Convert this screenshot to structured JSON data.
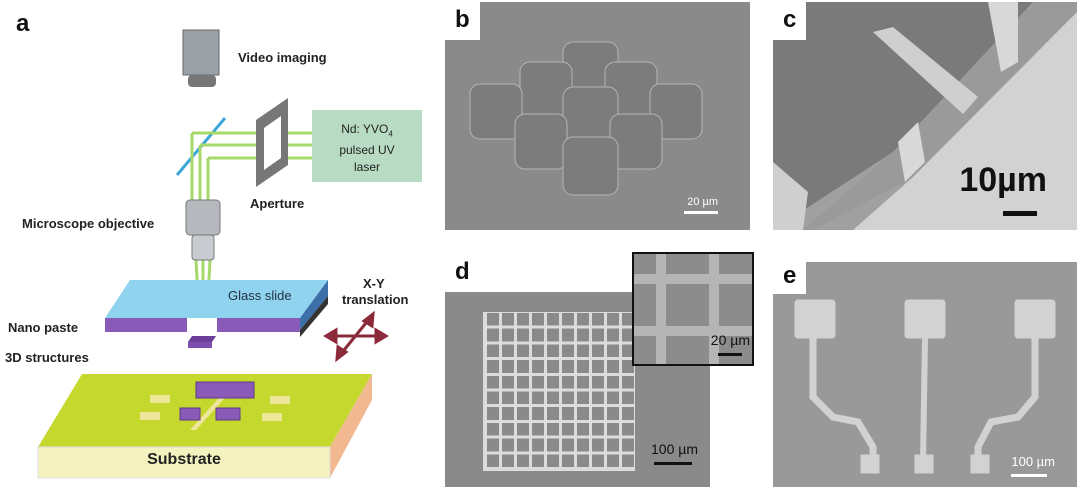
{
  "panel_a": {
    "label": "a",
    "video_imaging": "Video imaging",
    "laser_line1": "Nd: YVO",
    "laser_sub": "4",
    "laser_line2": "pulsed  UV",
    "laser_line3": "laser",
    "aperture": "Aperture",
    "objective": "Microscope objective",
    "glass_slide": "Glass slide",
    "xy_line1": "X-Y",
    "xy_line2": "translation",
    "nano_paste": "Nano paste",
    "structures": "3D structures",
    "substrate": "Substrate"
  },
  "panel_b": {
    "label": "b",
    "scale": "20 µm"
  },
  "panel_c": {
    "label": "c",
    "scale": "10µm"
  },
  "panel_d": {
    "label": "d",
    "scale": "100 µm",
    "inset_scale": "20 µm"
  },
  "panel_e": {
    "label": "e",
    "scale": "100 µm"
  },
  "colors": {
    "laser_beam": "#a6d86a",
    "glass": "#8fd3ef",
    "paste": "#8a5ab8",
    "substrate_top": "#c4d82e",
    "sem_gray": "#8a8a8a"
  }
}
